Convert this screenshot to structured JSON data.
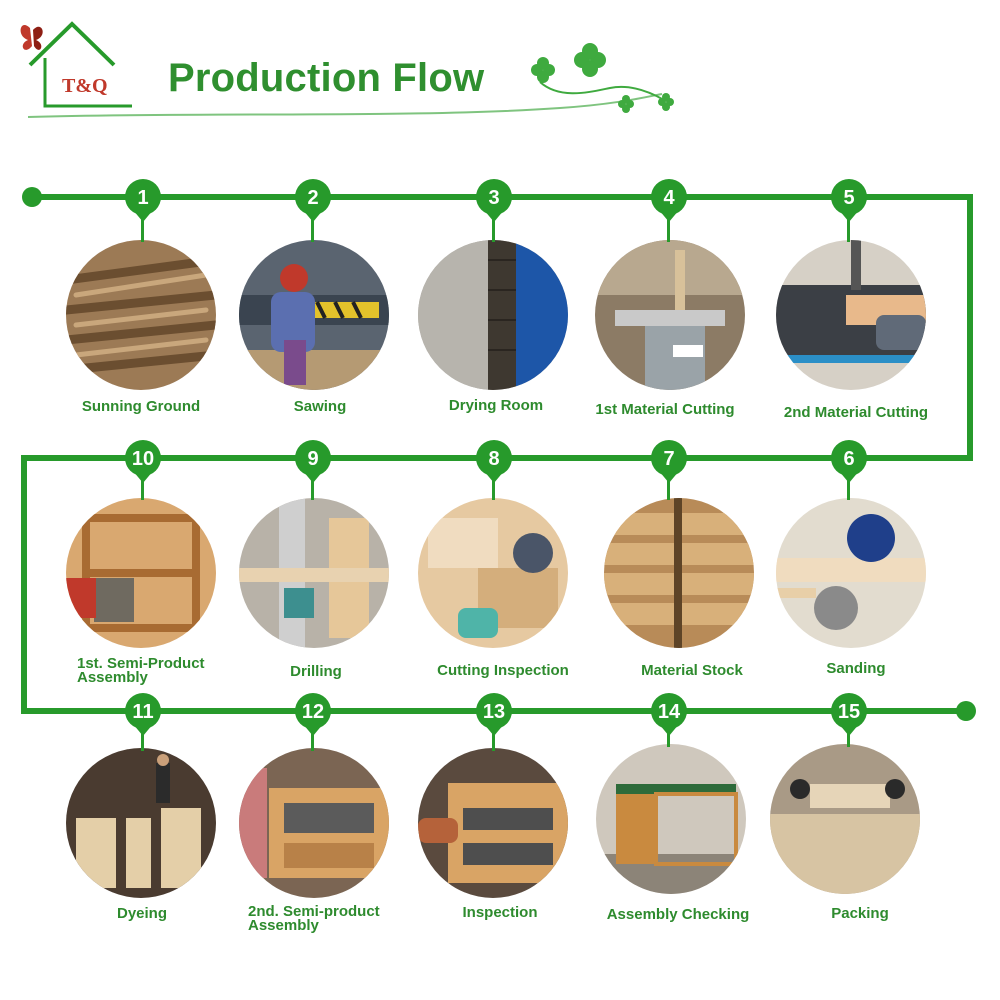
{
  "header": {
    "logo_text": "T&Q",
    "title": "Production Flow"
  },
  "colors": {
    "primary_green": "#279a2b",
    "label_green": "#2e8b2e",
    "title_green": "#2f8f2f",
    "logo_red": "#c0392b"
  },
  "steps": [
    {
      "number": "1",
      "label": "Sunning Ground",
      "icon": "logs-photo"
    },
    {
      "number": "2",
      "label": "Sawing",
      "icon": "sawing-photo"
    },
    {
      "number": "3",
      "label": "Drying Room",
      "icon": "drying-room-photo"
    },
    {
      "number": "4",
      "label": "1st Material Cutting",
      "icon": "cutting-machine-photo"
    },
    {
      "number": "5",
      "label": "2nd Material Cutting",
      "icon": "bandsaw-photo"
    },
    {
      "number": "6",
      "label": "Sanding",
      "icon": "sanding-photo"
    },
    {
      "number": "7",
      "label": "Material Stock",
      "icon": "lumber-stack-photo"
    },
    {
      "number": "8",
      "label": "Cutting Inspection",
      "icon": "inspection-photo"
    },
    {
      "number": "9",
      "label": "Drilling",
      "icon": "drilling-photo"
    },
    {
      "number": "10",
      "label_line1": "1st. Semi-Product",
      "label_line2": "Assembly",
      "icon": "assembly-photo"
    },
    {
      "number": "11",
      "label": "Dyeing",
      "icon": "dyeing-photo"
    },
    {
      "number": "12",
      "label_line1": "2nd. Semi-product",
      "label_line2": "Assembly",
      "icon": "panel-assembly-photo"
    },
    {
      "number": "13",
      "label": "Inspection",
      "icon": "panel-inspection-photo"
    },
    {
      "number": "14",
      "label": "Assembly Checking",
      "icon": "hutch-photo"
    },
    {
      "number": "15",
      "label": "Packing",
      "icon": "packing-photo"
    }
  ]
}
